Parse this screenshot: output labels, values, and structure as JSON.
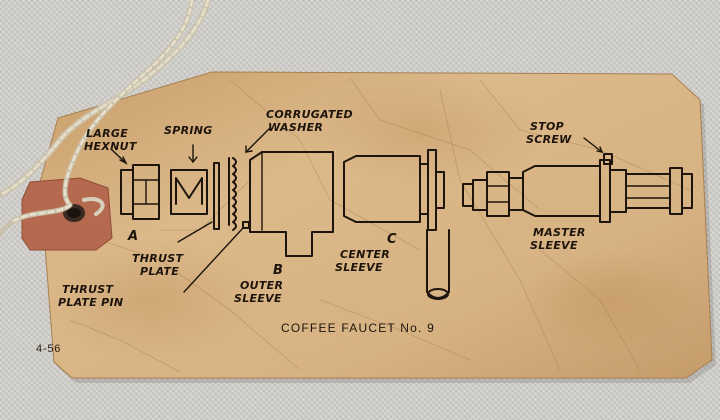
{
  "tag": {
    "code": "4-56",
    "title": "COFFEE FAUCET No. 9"
  },
  "labels": {
    "large_hexnut": [
      "LARGE",
      "HEXNUT"
    ],
    "letter_a": "A",
    "spring": "SPRING",
    "corrugated_washer": [
      "CORRUGATED",
      "WASHER"
    ],
    "thrust_plate": [
      "THRUST",
      "PLATE"
    ],
    "thrust_plate_pin": [
      "THRUST",
      "PLATE PIN"
    ],
    "letter_b": "B",
    "outer_sleeve": [
      "OUTER",
      "SLEEVE"
    ],
    "letter_c": "C",
    "center_sleeve": [
      "CENTER",
      "SLEEVE"
    ],
    "stop_screw": [
      "STOP",
      "SCREW"
    ],
    "master_sleeve": [
      "MASTER",
      "SLEEVE"
    ]
  },
  "colors": {
    "paper": "#d8b584",
    "ink": "#1d140c",
    "reinforcement": "#b5694e",
    "string": "#d9d2bd",
    "background": "#d1cfca"
  }
}
